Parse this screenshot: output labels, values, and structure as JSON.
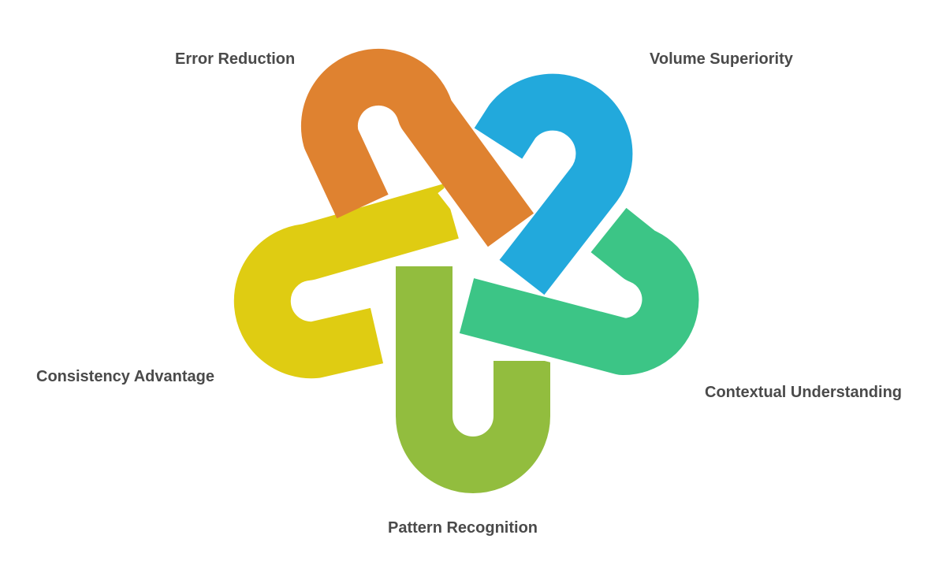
{
  "diagram": {
    "segments": [
      {
        "id": "error-reduction",
        "label": "Error Reduction",
        "color": "#df8230"
      },
      {
        "id": "volume-superiority",
        "label": "Volume Superiority",
        "color": "#22a9dc"
      },
      {
        "id": "contextual-understanding",
        "label": "Contextual Understanding",
        "color": "#3cc586"
      },
      {
        "id": "pattern-recognition",
        "label": "Pattern Recognition",
        "color": "#92bd3e"
      },
      {
        "id": "consistency-advantage",
        "label": "Consistency Advantage",
        "color": "#dfcc12"
      }
    ]
  }
}
